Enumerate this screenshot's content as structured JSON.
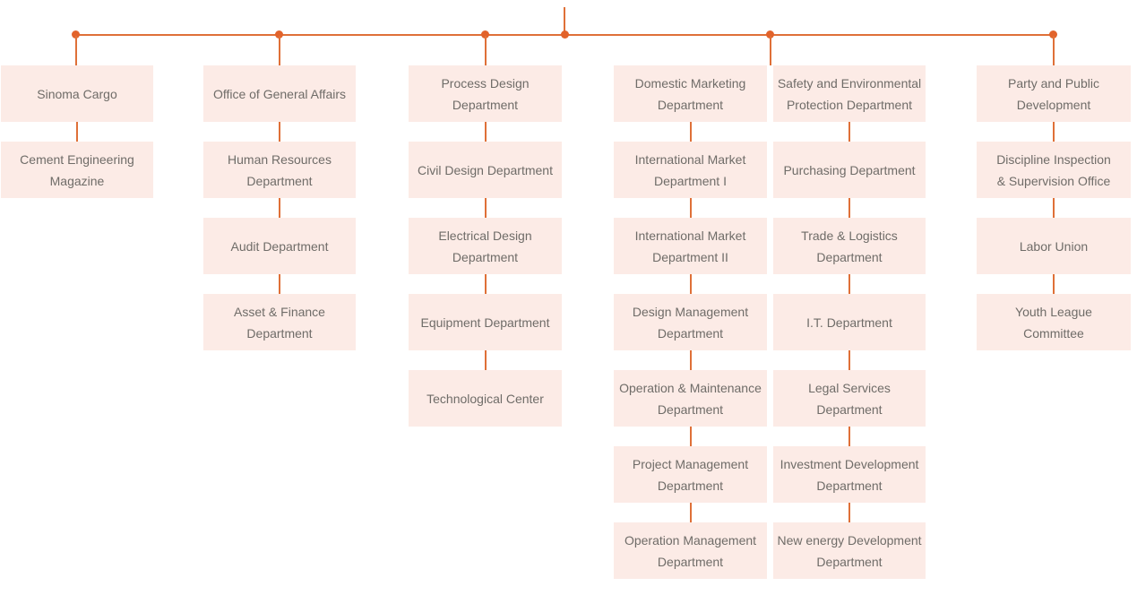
{
  "diagram": {
    "type": "org-chart",
    "accent_color": "#df7038",
    "dot_color": "#e2632b",
    "node_fill": "#fcebe6",
    "node_text_color": "#6f6c68",
    "columns": [
      {
        "boxes": [
          [
            "Sinoma Cargo"
          ],
          [
            "Cement Engineering",
            "Magazine"
          ]
        ]
      },
      {
        "boxes": [
          [
            "Office of General Affairs"
          ],
          [
            "Human Resources",
            "Department"
          ],
          [
            "Audit Department"
          ],
          [
            "Asset & Finance",
            "Department"
          ]
        ]
      },
      {
        "boxes": [
          [
            "Process Design",
            "Department"
          ],
          [
            "Civil Design Department"
          ],
          [
            "Electrical Design",
            "Department"
          ],
          [
            "Equipment Department"
          ],
          [
            "Technological Center"
          ]
        ]
      },
      {
        "boxes": [
          [
            "Domestic Marketing",
            "Department"
          ],
          [
            "International Market",
            "Department I"
          ],
          [
            "International Market",
            "Department II"
          ],
          [
            "Design Management",
            "Department"
          ],
          [
            "Operation & Maintenance",
            "Department"
          ],
          [
            "Project Management",
            "Department"
          ],
          [
            "Operation Management",
            "Department"
          ]
        ]
      },
      {
        "boxes": [
          [
            "Safety and Environmental",
            "Protection Department"
          ],
          [
            "Purchasing Department"
          ],
          [
            "Trade & Logistics",
            "Department"
          ],
          [
            "I.T. Department"
          ],
          [
            "Legal Services",
            "Department"
          ],
          [
            "Investment Development",
            "Department"
          ],
          [
            "New energy Development",
            "Department"
          ]
        ]
      },
      {
        "boxes": [
          [
            "Party and Public",
            "Development"
          ],
          [
            "Discipline Inspection",
            "& Supervision Office"
          ],
          [
            "Labor Union"
          ],
          [
            "Youth League",
            "Committee"
          ]
        ]
      }
    ]
  }
}
